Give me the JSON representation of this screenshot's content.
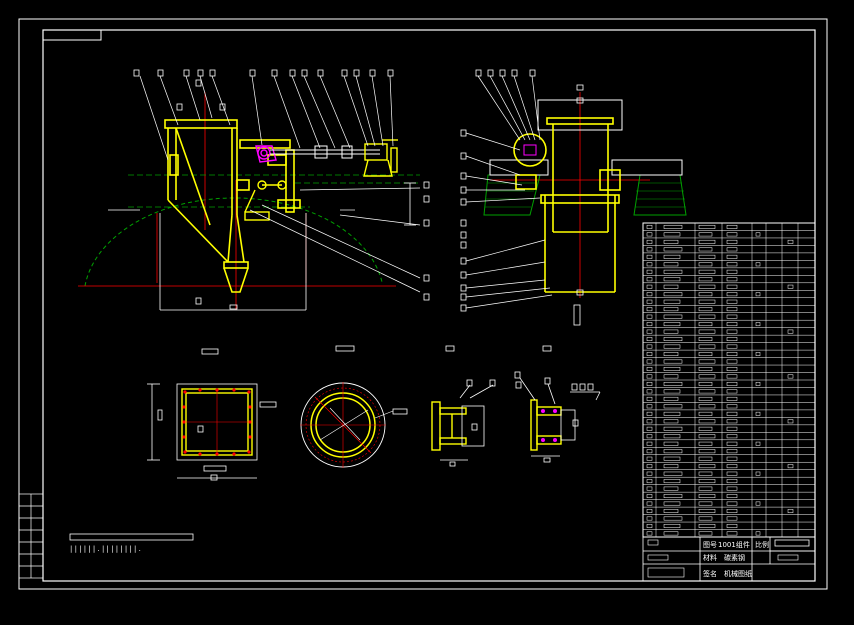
{
  "colors": {
    "background": "#000000",
    "outline": "#ffffff",
    "body": "#ffff00",
    "centerline": "#ff0000",
    "ground": "#00a000",
    "linkage": "#ff00ff",
    "leader": "#ffffff"
  },
  "title_block": {
    "code_label": "图号",
    "drawing_number": "1001组件",
    "material_label": "材料",
    "material_value": "碳素钢",
    "scale_label": "比例",
    "org_label": "签名",
    "org_value": "机械图纸"
  },
  "notes": {
    "tech_requirements": "| | | | | | .  | | | | | | | | ."
  }
}
